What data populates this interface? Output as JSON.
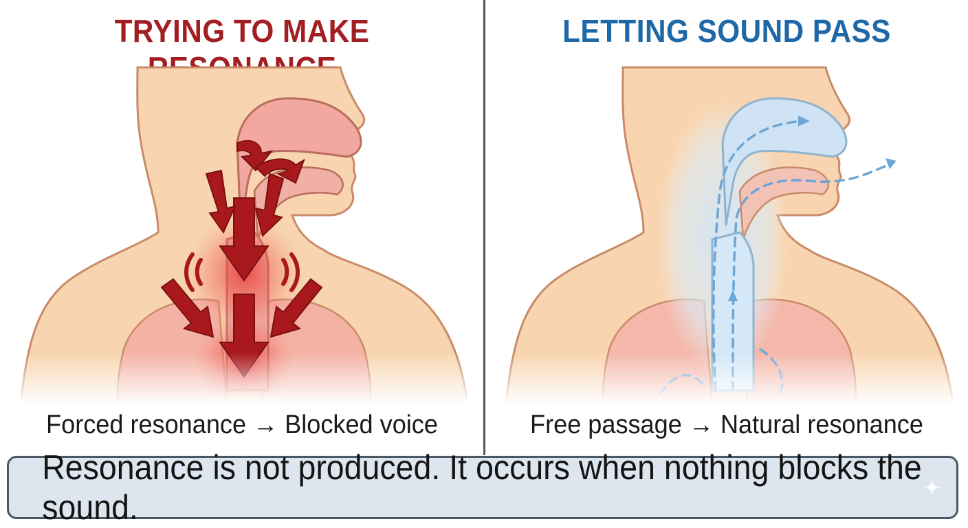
{
  "left_panel": {
    "title": "TRYING TO MAKE RESONANCE",
    "caption": "Forced resonance → Blocked voice",
    "accent_color": "#a31e22"
  },
  "right_panel": {
    "title": "LETTING SOUND PASS",
    "caption": "Free passage → Natural resonance",
    "accent_color": "#1e68a8"
  },
  "bottom_banner": {
    "text": "Resonance is not produced. It occurs when nothing blocks the sound."
  }
}
